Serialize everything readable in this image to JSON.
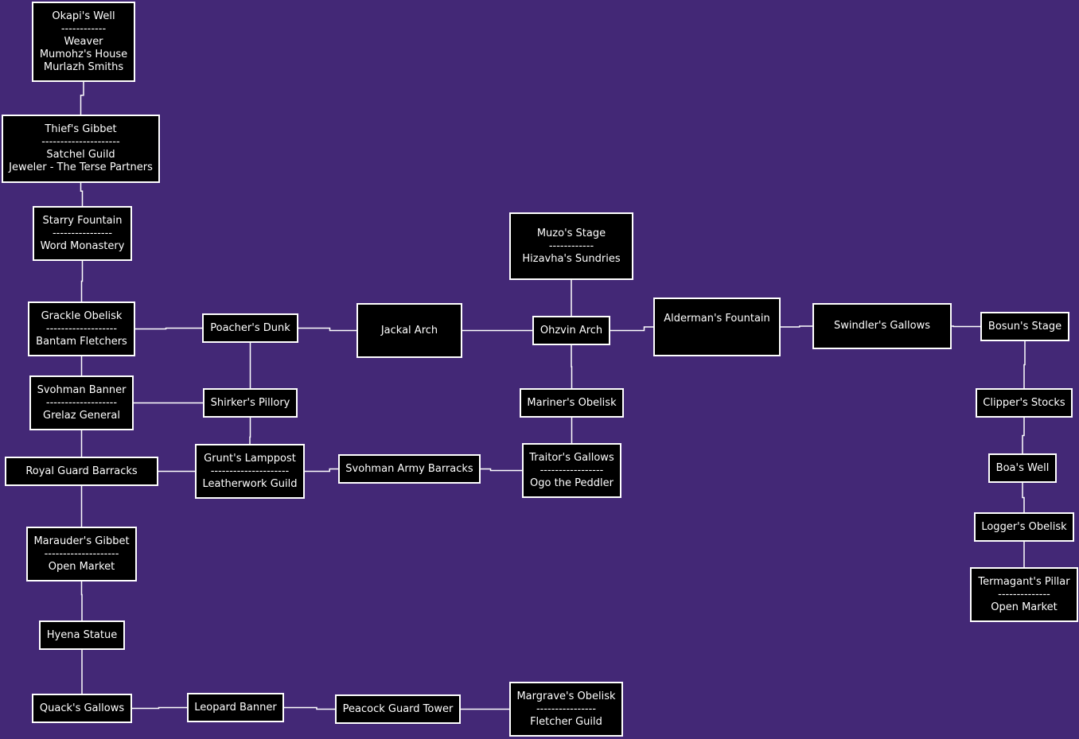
{
  "diagram": {
    "background": "#432876",
    "node_fill": "#000000",
    "line_color": "#ffffff",
    "nodes": [
      {
        "id": "okapis-well",
        "title": "Okapi's Well",
        "divider": "------------",
        "items": [
          "Weaver",
          "Mumohz's House",
          "Murlazh Smiths"
        ]
      },
      {
        "id": "thiefs-gibbet",
        "title": "Thief's Gibbet",
        "divider": "---------------------",
        "items": [
          "Satchel Guild",
          "Jeweler - The Terse Partners"
        ]
      },
      {
        "id": "starry-fountain",
        "title": "Starry Fountain",
        "divider": "----------------",
        "items": [
          "Word Monastery"
        ]
      },
      {
        "id": "grackle-obelisk",
        "title": "Grackle Obelisk",
        "divider": "-------------------",
        "items": [
          "Bantam Fletchers"
        ]
      },
      {
        "id": "svohman-banner",
        "title": "Svohman Banner",
        "divider": "-------------------",
        "items": [
          "Grelaz General"
        ]
      },
      {
        "id": "royal-guard-barracks",
        "title": "Royal Guard Barracks",
        "divider": "",
        "items": []
      },
      {
        "id": "marauders-gibbet",
        "title": "Marauder's Gibbet",
        "divider": "--------------------",
        "items": [
          "Open Market"
        ]
      },
      {
        "id": "hyena-statue",
        "title": "Hyena Statue",
        "divider": "",
        "items": []
      },
      {
        "id": "quacks-gallows",
        "title": "Quack's Gallows",
        "divider": "",
        "items": []
      },
      {
        "id": "leopard-banner",
        "title": "Leopard Banner",
        "divider": "",
        "items": []
      },
      {
        "id": "peacock-guard-tower",
        "title": "Peacock Guard Tower",
        "divider": "",
        "items": []
      },
      {
        "id": "margraves-obelisk",
        "title": "Margrave's Obelisk",
        "divider": "----------------",
        "items": [
          "Fletcher Guild"
        ]
      },
      {
        "id": "poachers-dunk",
        "title": "Poacher's Dunk",
        "divider": "",
        "items": []
      },
      {
        "id": "shirkers-pillory",
        "title": "Shirker's Pillory",
        "divider": "",
        "items": []
      },
      {
        "id": "grunts-lamppost",
        "title": "Grunt's Lamppost",
        "divider": "---------------------",
        "items": [
          "Leatherwork Guild"
        ]
      },
      {
        "id": "svohman-army-barracks",
        "title": "Svohman Army Barracks",
        "divider": "",
        "items": []
      },
      {
        "id": "jackal-arch",
        "title": "Jackal Arch",
        "divider": "",
        "items": []
      },
      {
        "id": "muzos-stage",
        "title": "Muzo's Stage",
        "divider": "------------",
        "items": [
          "Hizavha's Sundries"
        ]
      },
      {
        "id": "ohzvin-arch",
        "title": "Ohzvin Arch",
        "divider": "",
        "items": []
      },
      {
        "id": "mariners-obelisk",
        "title": "Mariner's Obelisk",
        "divider": "",
        "items": []
      },
      {
        "id": "traitors-gallows",
        "title": "Traitor's Gallows",
        "divider": "-----------------",
        "items": [
          "Ogo the Peddler"
        ]
      },
      {
        "id": "aldermans-fountain",
        "title": "Alderman's Fountain",
        "divider": "",
        "items": []
      },
      {
        "id": "swindlers-gallows",
        "title": "Swindler's Gallows",
        "divider": "",
        "items": []
      },
      {
        "id": "bosuns-stage",
        "title": "Bosun's Stage",
        "divider": "",
        "items": []
      },
      {
        "id": "clippers-stocks",
        "title": "Clipper's Stocks",
        "divider": "",
        "items": []
      },
      {
        "id": "boas-well",
        "title": "Boa's Well",
        "divider": "",
        "items": []
      },
      {
        "id": "loggers-obelisk",
        "title": "Logger's Obelisk",
        "divider": "",
        "items": []
      },
      {
        "id": "termagants-pillar",
        "title": "Termagant's Pillar",
        "divider": "--------------",
        "items": [
          "Open Market"
        ]
      }
    ],
    "edges": [
      [
        "okapis-well",
        "thiefs-gibbet"
      ],
      [
        "thiefs-gibbet",
        "starry-fountain"
      ],
      [
        "starry-fountain",
        "grackle-obelisk"
      ],
      [
        "grackle-obelisk",
        "svohman-banner"
      ],
      [
        "grackle-obelisk",
        "poachers-dunk"
      ],
      [
        "svohman-banner",
        "royal-guard-barracks"
      ],
      [
        "svohman-banner",
        "shirkers-pillory"
      ],
      [
        "royal-guard-barracks",
        "marauders-gibbet"
      ],
      [
        "royal-guard-barracks",
        "grunts-lamppost"
      ],
      [
        "marauders-gibbet",
        "hyena-statue"
      ],
      [
        "hyena-statue",
        "quacks-gallows"
      ],
      [
        "quacks-gallows",
        "leopard-banner"
      ],
      [
        "leopard-banner",
        "peacock-guard-tower"
      ],
      [
        "peacock-guard-tower",
        "margraves-obelisk"
      ],
      [
        "poachers-dunk",
        "shirkers-pillory"
      ],
      [
        "poachers-dunk",
        "jackal-arch"
      ],
      [
        "shirkers-pillory",
        "grunts-lamppost"
      ],
      [
        "grunts-lamppost",
        "svohman-army-barracks"
      ],
      [
        "svohman-army-barracks",
        "traitors-gallows"
      ],
      [
        "jackal-arch",
        "ohzvin-arch"
      ],
      [
        "muzos-stage",
        "ohzvin-arch"
      ],
      [
        "ohzvin-arch",
        "mariners-obelisk"
      ],
      [
        "ohzvin-arch",
        "aldermans-fountain"
      ],
      [
        "mariners-obelisk",
        "traitors-gallows"
      ],
      [
        "aldermans-fountain",
        "swindlers-gallows"
      ],
      [
        "swindlers-gallows",
        "bosuns-stage"
      ],
      [
        "bosuns-stage",
        "clippers-stocks"
      ],
      [
        "clippers-stocks",
        "boas-well"
      ],
      [
        "boas-well",
        "loggers-obelisk"
      ],
      [
        "loggers-obelisk",
        "termagants-pillar"
      ]
    ]
  }
}
